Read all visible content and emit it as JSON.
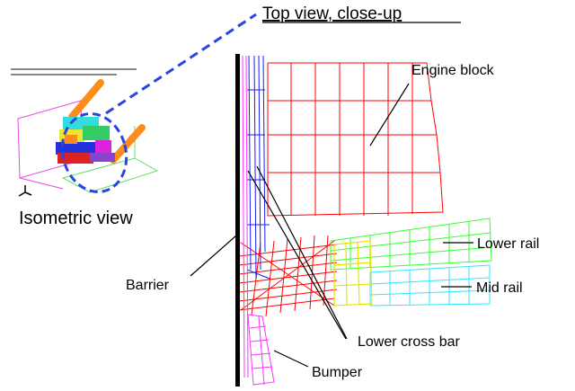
{
  "labels": {
    "top_view": "Top view, close-up",
    "isometric": "Isometric view",
    "engine_block": "Engine block",
    "lower_rail": "Lower rail",
    "mid_rail": "Mid rail",
    "barrier": "Barrier",
    "lower_cross_bar": "Lower cross bar",
    "bumper": "Bumper"
  },
  "colors": {
    "engine": "#ff0000",
    "lower_rail": "#33ff33",
    "mid_rail": "#33e6ff",
    "bumper": "#ff33ff",
    "cross_bar": "#1a1aff",
    "barrier": "#000000",
    "highlight": "#2a44e0",
    "rail_orange": "#ff8c1a"
  }
}
